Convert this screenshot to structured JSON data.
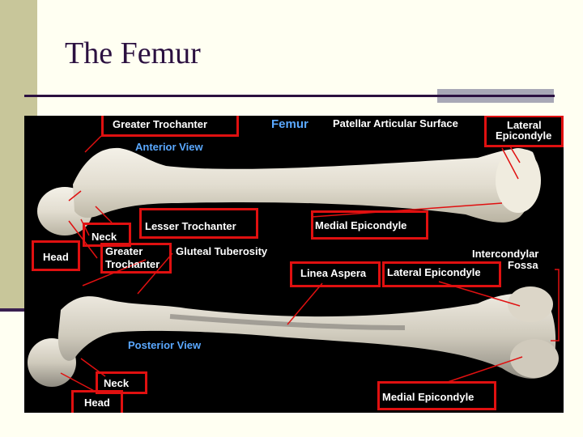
{
  "slide": {
    "title": "The Femur"
  },
  "figure": {
    "heading": "Femur",
    "anterior_view": "Anterior View",
    "posterior_view": "Posterior View",
    "labels": {
      "greater_trochanter_top": "Greater Trochanter",
      "patellar_articular_surface": "Patellar Articular Surface",
      "lateral_epicondyle_top_line1": "Lateral",
      "lateral_epicondyle_top_line2": "Epicondyle",
      "lesser_trochanter": "Lesser Trochanter",
      "medial_epicondyle_top": "Medial Epicondyle",
      "neck_top": "Neck",
      "head_top": "Head",
      "greater_trochanter_mid_line1": "Greater",
      "greater_trochanter_mid_line2": "Trochanter",
      "gluteal_tuberosity": "Gluteal Tuberosity",
      "intercondylar_fossa_line1": "Intercondylar",
      "intercondylar_fossa_line2": "Fossa",
      "linea_aspera": "Linea Aspera",
      "lateral_epicondyle_mid": "Lateral Epicondyle",
      "neck_bottom": "Neck",
      "head_bottom": "Head",
      "medial_epicondyle_bottom": "Medial Epicondyle"
    }
  },
  "colors": {
    "background": "#fffff2",
    "title": "#2b1040",
    "label_white": "#ffffff",
    "label_blue": "#5aa8ff",
    "callout_box": "#e01010",
    "leader_line": "#e01010",
    "bone": "#e8e4d8"
  }
}
